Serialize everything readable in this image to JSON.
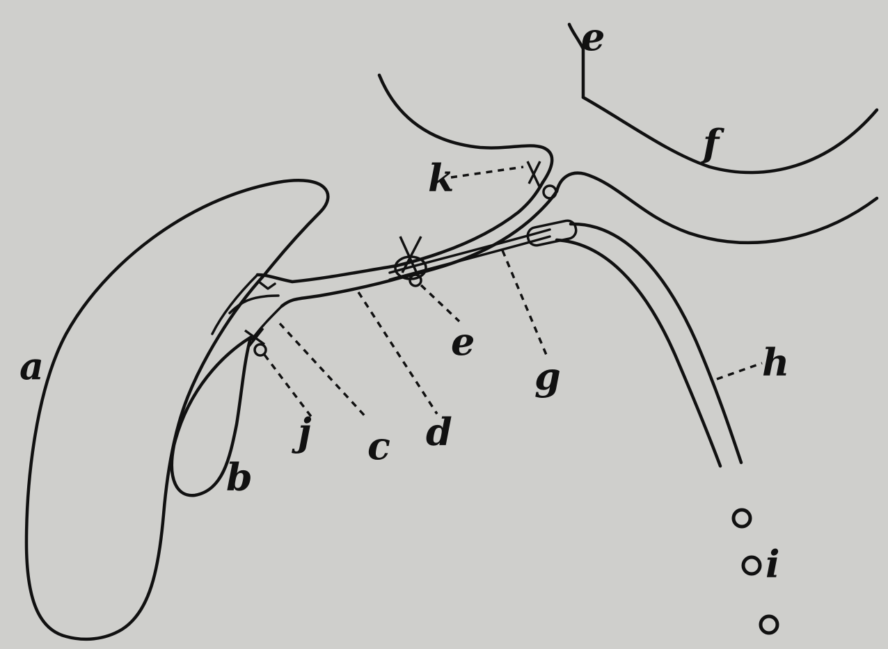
{
  "labels": {
    "a": "a",
    "b": "b",
    "c": "c",
    "d": "d",
    "e": "e",
    "f": "f",
    "g": "g",
    "h": "h",
    "i": "i",
    "j": "j",
    "k": "k",
    "e_top": "e"
  },
  "colors": {
    "paper": "#cfcfcc",
    "ink": "#111111"
  }
}
